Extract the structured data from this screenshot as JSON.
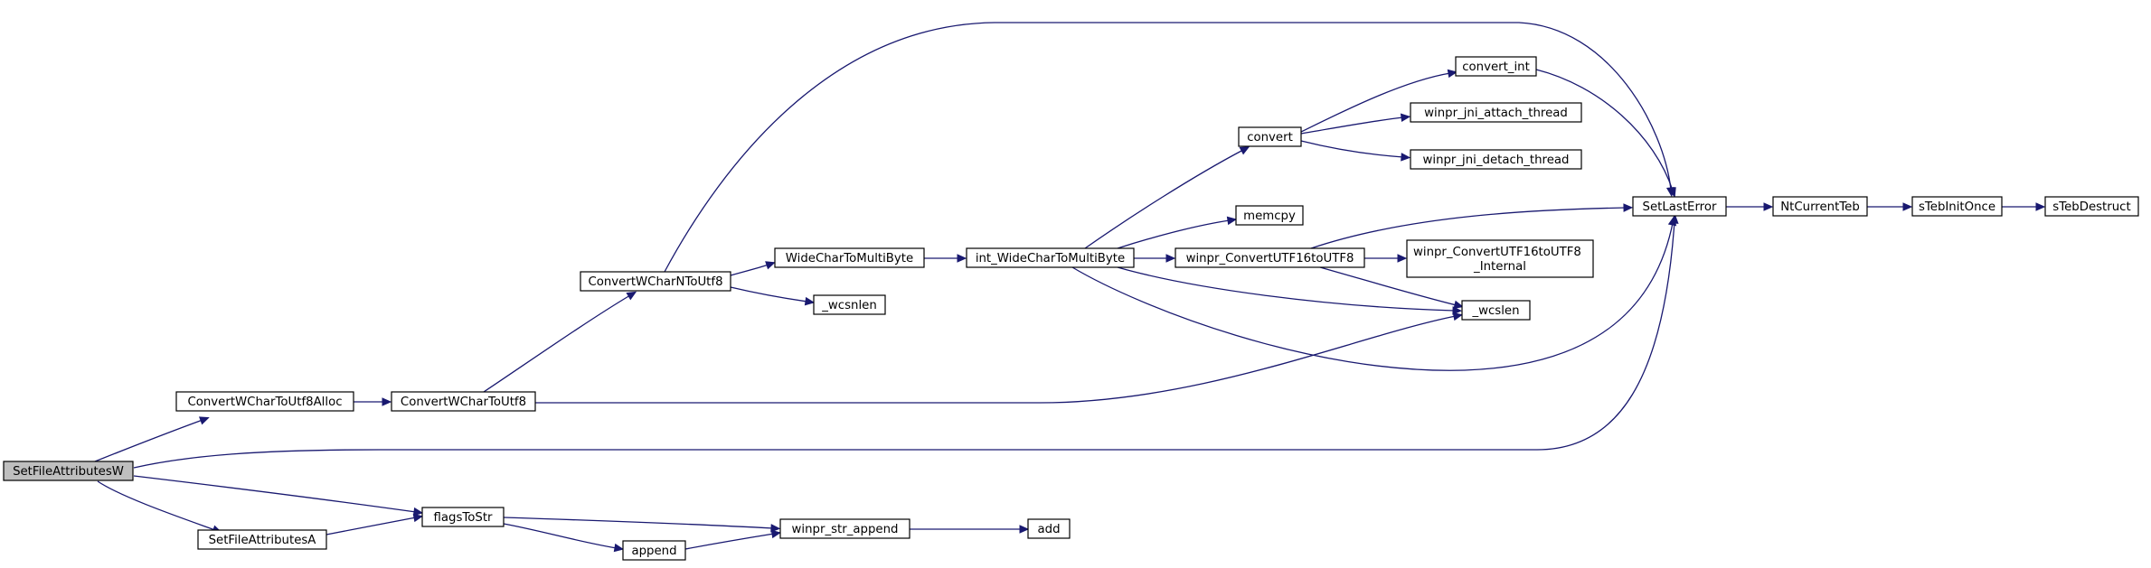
{
  "diagram": {
    "type": "call-graph",
    "root": "SetFileAttributesW",
    "colors": {
      "edge": "#191970",
      "node_border": "#000000",
      "node_fill": "#ffffff",
      "root_fill": "#bfbfbf"
    },
    "nodes": [
      {
        "id": "SetFileAttributesW",
        "lines": [
          "SetFileAttributesW"
        ],
        "root": true
      },
      {
        "id": "ConvertWCharToUtf8Alloc",
        "lines": [
          "ConvertWCharToUtf8Alloc"
        ]
      },
      {
        "id": "ConvertWCharToUtf8",
        "lines": [
          "ConvertWCharToUtf8"
        ]
      },
      {
        "id": "ConvertWCharNToUtf8",
        "lines": [
          "ConvertWCharNToUtf8"
        ]
      },
      {
        "id": "WideCharToMultiByte",
        "lines": [
          "WideCharToMultiByte"
        ]
      },
      {
        "id": "_wcsnlen",
        "lines": [
          "_wcsnlen"
        ]
      },
      {
        "id": "int_WideCharToMultiByte",
        "lines": [
          "int_WideCharToMultiByte"
        ]
      },
      {
        "id": "convert",
        "lines": [
          "convert"
        ]
      },
      {
        "id": "memcpy",
        "lines": [
          "memcpy"
        ]
      },
      {
        "id": "winpr_ConvertUTF16toUTF8",
        "lines": [
          "winpr_ConvertUTF16toUTF8"
        ]
      },
      {
        "id": "convert_int",
        "lines": [
          "convert_int"
        ]
      },
      {
        "id": "winpr_jni_attach_thread",
        "lines": [
          "winpr_jni_attach_thread"
        ]
      },
      {
        "id": "winpr_jni_detach_thread",
        "lines": [
          "winpr_jni_detach_thread"
        ]
      },
      {
        "id": "winpr_ConvertUTF16toUTF8_Internal",
        "lines": [
          "winpr_ConvertUTF16toUTF8",
          "_Internal"
        ]
      },
      {
        "id": "_wcslen",
        "lines": [
          "_wcslen"
        ]
      },
      {
        "id": "SetLastError",
        "lines": [
          "SetLastError"
        ]
      },
      {
        "id": "NtCurrentTeb",
        "lines": [
          "NtCurrentTeb"
        ]
      },
      {
        "id": "sTebInitOnce",
        "lines": [
          "sTebInitOnce"
        ]
      },
      {
        "id": "sTebDestruct",
        "lines": [
          "sTebDestruct"
        ]
      },
      {
        "id": "flagsToStr",
        "lines": [
          "flagsToStr"
        ]
      },
      {
        "id": "SetFileAttributesA",
        "lines": [
          "SetFileAttributesA"
        ]
      },
      {
        "id": "append",
        "lines": [
          "append"
        ]
      },
      {
        "id": "winpr_str_append",
        "lines": [
          "winpr_str_append"
        ]
      },
      {
        "id": "add",
        "lines": [
          "add"
        ]
      }
    ],
    "edges": [
      {
        "from": "SetFileAttributesW",
        "to": "ConvertWCharToUtf8Alloc"
      },
      {
        "from": "SetFileAttributesW",
        "to": "SetLastError"
      },
      {
        "from": "SetFileAttributesW",
        "to": "flagsToStr"
      },
      {
        "from": "SetFileAttributesW",
        "to": "SetFileAttributesA"
      },
      {
        "from": "ConvertWCharToUtf8Alloc",
        "to": "ConvertWCharToUtf8"
      },
      {
        "from": "ConvertWCharToUtf8",
        "to": "ConvertWCharNToUtf8"
      },
      {
        "from": "ConvertWCharToUtf8",
        "to": "_wcslen"
      },
      {
        "from": "ConvertWCharNToUtf8",
        "to": "SetLastError"
      },
      {
        "from": "ConvertWCharNToUtf8",
        "to": "WideCharToMultiByte"
      },
      {
        "from": "ConvertWCharNToUtf8",
        "to": "_wcsnlen"
      },
      {
        "from": "WideCharToMultiByte",
        "to": "int_WideCharToMultiByte"
      },
      {
        "from": "int_WideCharToMultiByte",
        "to": "convert"
      },
      {
        "from": "int_WideCharToMultiByte",
        "to": "memcpy"
      },
      {
        "from": "int_WideCharToMultiByte",
        "to": "winpr_ConvertUTF16toUTF8"
      },
      {
        "from": "int_WideCharToMultiByte",
        "to": "_wcslen"
      },
      {
        "from": "int_WideCharToMultiByte",
        "to": "SetLastError"
      },
      {
        "from": "convert",
        "to": "convert_int"
      },
      {
        "from": "convert",
        "to": "winpr_jni_attach_thread"
      },
      {
        "from": "convert",
        "to": "winpr_jni_detach_thread"
      },
      {
        "from": "convert_int",
        "to": "SetLastError"
      },
      {
        "from": "winpr_ConvertUTF16toUTF8",
        "to": "SetLastError"
      },
      {
        "from": "winpr_ConvertUTF16toUTF8",
        "to": "winpr_ConvertUTF16toUTF8_Internal"
      },
      {
        "from": "winpr_ConvertUTF16toUTF8",
        "to": "_wcslen"
      },
      {
        "from": "SetLastError",
        "to": "NtCurrentTeb"
      },
      {
        "from": "NtCurrentTeb",
        "to": "sTebInitOnce"
      },
      {
        "from": "sTebInitOnce",
        "to": "sTebDestruct"
      },
      {
        "from": "SetFileAttributesA",
        "to": "flagsToStr"
      },
      {
        "from": "flagsToStr",
        "to": "winpr_str_append"
      },
      {
        "from": "flagsToStr",
        "to": "append"
      },
      {
        "from": "append",
        "to": "winpr_str_append"
      },
      {
        "from": "winpr_str_append",
        "to": "add"
      }
    ]
  }
}
